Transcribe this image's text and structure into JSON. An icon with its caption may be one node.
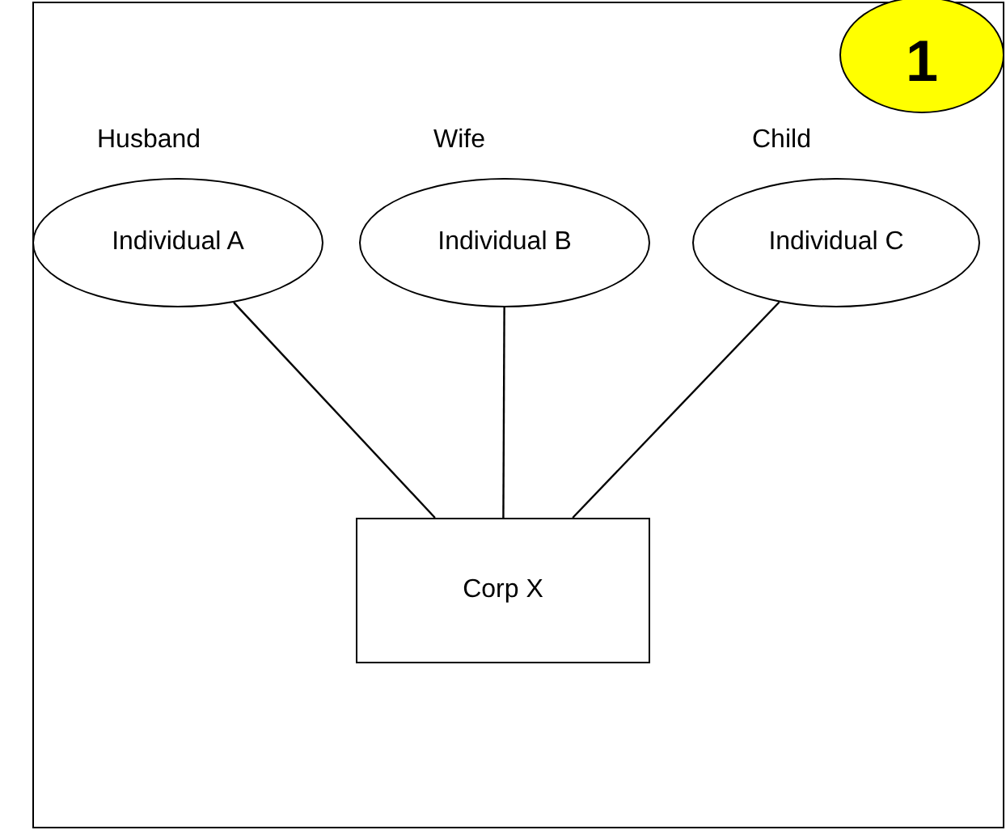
{
  "diagram": {
    "nodes": [
      {
        "text": [
          "Individual A"
        ],
        "beside": [
          "Husband"
        ]
      },
      {
        "text": [
          "Individual B"
        ],
        "beside": [
          "Wife"
        ]
      },
      {
        "text": [
          "Individual C"
        ],
        "beside": [
          "Child"
        ]
      },
      {
        "text": [
          "Corp X"
        ]
      },
      {
        "text": [
          "1"
        ]
      }
    ],
    "edges": [
      {
        "from": 0,
        "to": 3,
        "arrow": "none"
      },
      {
        "from": 1,
        "to": 3,
        "arrow": "none"
      },
      {
        "from": 2,
        "to": 3,
        "arrow": "none"
      }
    ]
  }
}
